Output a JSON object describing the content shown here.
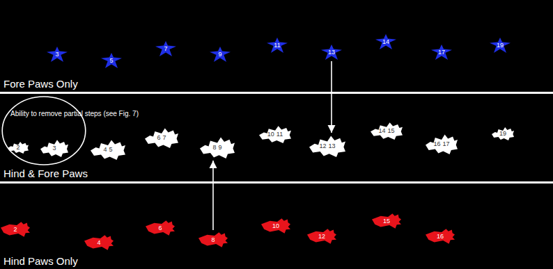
{
  "diagram": {
    "nodes": [
      {
        "text": [
          "Fore Paws Only"
        ]
      },
      {
        "text": [
          "3"
        ],
        "in": 0
      },
      {
        "text": [
          "5"
        ],
        "in": 0
      },
      {
        "text": [
          "7"
        ],
        "in": 0
      },
      {
        "text": [
          "9"
        ],
        "in": 0
      },
      {
        "text": [
          "11"
        ],
        "in": 0
      },
      {
        "text": [
          "13"
        ],
        "in": 0
      },
      {
        "text": [
          "14"
        ],
        "in": 0
      },
      {
        "text": [
          "17"
        ],
        "in": 0
      },
      {
        "text": [
          "19"
        ],
        "in": 0
      },
      {
        "text": [
          "Hind & Fore Paws"
        ]
      },
      {
        "text": [
          "Ability to remove partial steps (see Fig. 7)"
        ],
        "in": 10
      },
      {
        "text": [
          "2"
        ],
        "in": 11
      },
      {
        "text": [
          "3"
        ],
        "in": 11
      },
      {
        "text": [
          "4",
          "5"
        ],
        "in": 10
      },
      {
        "text": [
          "6",
          "7"
        ],
        "in": 10
      },
      {
        "text": [
          "8",
          "9"
        ],
        "in": 10
      },
      {
        "text": [
          "10",
          "11"
        ],
        "in": 10
      },
      {
        "text": [
          "12",
          "13"
        ],
        "in": 10
      },
      {
        "text": [
          "14",
          "15"
        ],
        "in": 10
      },
      {
        "text": [
          "16",
          "17"
        ],
        "in": 10
      },
      {
        "text": [
          "19"
        ],
        "in": 10
      },
      {
        "text": [
          "Hind Paws Only"
        ]
      },
      {
        "text": [
          "2"
        ],
        "in": 22
      },
      {
        "text": [
          "4"
        ],
        "in": 22
      },
      {
        "text": [
          "6"
        ],
        "in": 22
      },
      {
        "text": [
          "8"
        ],
        "in": 22
      },
      {
        "text": [
          "10"
        ],
        "in": 22
      },
      {
        "text": [
          "12"
        ],
        "in": 22
      },
      {
        "text": [
          "15"
        ],
        "in": 22
      },
      {
        "text": [
          "16"
        ],
        "in": 22
      }
    ],
    "edges": [
      {
        "from": 6,
        "to": 18,
        "arrow": "to"
      },
      {
        "from": 26,
        "to": 16,
        "arrow": "to"
      }
    ]
  }
}
